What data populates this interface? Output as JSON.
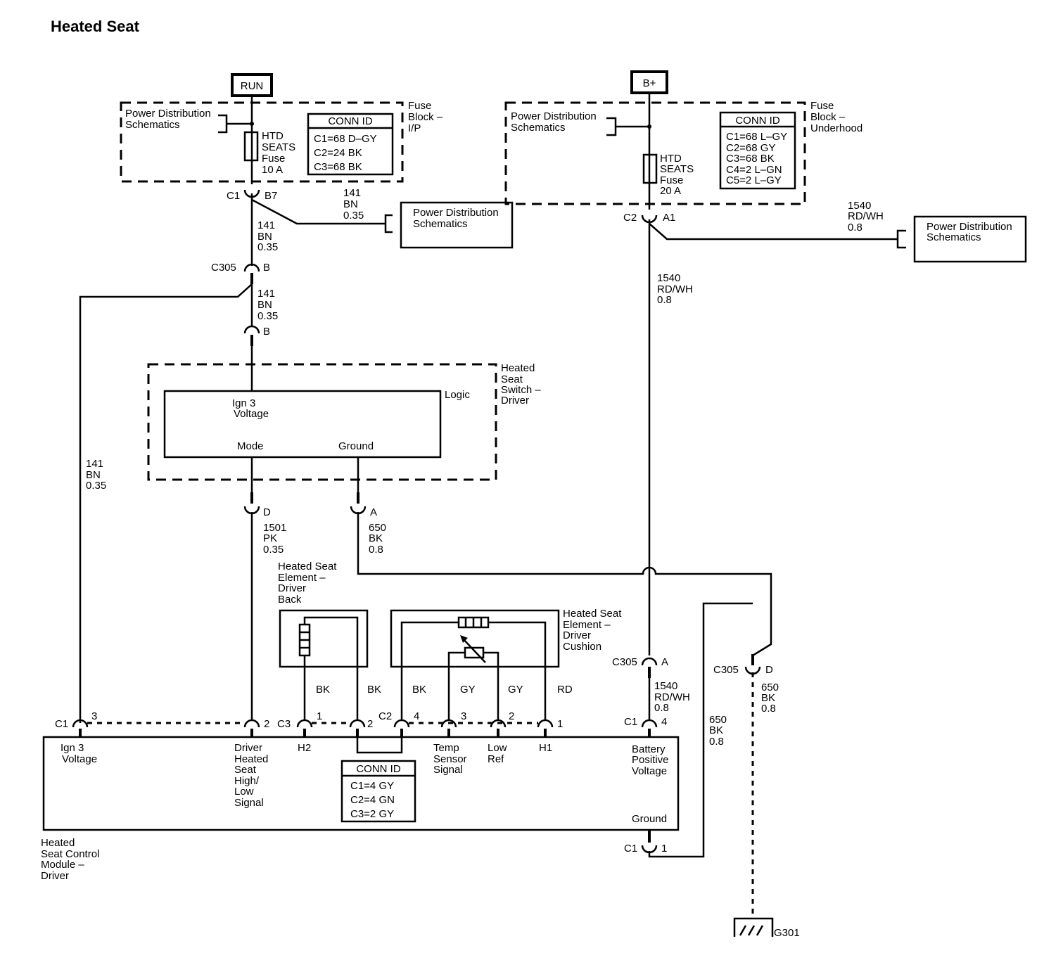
{
  "title": "Heated Seat",
  "sources": {
    "run": "RUN",
    "bplus": "B+"
  },
  "fuse_block_ip": {
    "label": [
      "Fuse",
      "Block –",
      "I/P"
    ],
    "pds": [
      "Power Distribution",
      "Schematics"
    ],
    "fuse": [
      "HTD",
      "SEATS",
      "Fuse",
      "10 A"
    ],
    "conn_id": {
      "header": "CONN ID",
      "rows": [
        "C1=68 D–GY",
        "C2=24 BK",
        "C3=68 BK"
      ]
    },
    "connector": "C1",
    "pin": "B7"
  },
  "fuse_block_underhood": {
    "label": [
      "Fuse",
      "Block –",
      "Underhood"
    ],
    "pds": [
      "Power Distribution",
      "Schematics"
    ],
    "fuse": [
      "HTD",
      "SEATS",
      "Fuse",
      "20 A"
    ],
    "conn_id": {
      "header": "CONN ID",
      "rows": [
        "C1=68 L–GY",
        "C2=68 GY",
        "C3=68 BK",
        "C4=2 L–GN",
        "C5=2 L–GY"
      ]
    },
    "connector": "C2",
    "pin": "A1"
  },
  "pds_boxes": {
    "ip": [
      "Power Distribution",
      "Schematics"
    ],
    "underhood": [
      "Power Distribution",
      "Schematics"
    ]
  },
  "wires": {
    "w141_branch": [
      "141",
      "BN",
      "0.35"
    ],
    "w141_a": [
      "141",
      "BN",
      "0.35"
    ],
    "w141_b": [
      "141",
      "BN",
      "0.35"
    ],
    "w141_left": [
      "141",
      "BN",
      "0.35"
    ],
    "w1540_branch": [
      "1540",
      "RD/WH",
      "0.8"
    ],
    "w1540_a": [
      "1540",
      "RD/WH",
      "0.8"
    ],
    "w1540_b": [
      "1540",
      "RD/WH",
      "0.8"
    ],
    "w1501": [
      "1501",
      "PK",
      "0.35"
    ],
    "w650_a": [
      "650",
      "BK",
      "0.8"
    ],
    "w650_b": [
      "650",
      "BK",
      "0.8"
    ],
    "w650_c": [
      "650",
      "BK",
      "0.8"
    ]
  },
  "c305": {
    "name": "C305",
    "pin_b": "B",
    "pin_b2": "B",
    "pin_a": "A",
    "pin_d": "D"
  },
  "switch": {
    "label": [
      "Heated",
      "Seat",
      "Switch –",
      "Driver"
    ],
    "logic": "Logic",
    "ign": [
      "Ign 3",
      "Voltage"
    ],
    "mode": "Mode",
    "ground": "Ground",
    "pin_d": "D",
    "pin_a": "A"
  },
  "element_back": {
    "label": [
      "Heated Seat",
      "Element –",
      "Driver",
      "Back"
    ]
  },
  "element_cushion": {
    "label": [
      "Heated Seat",
      "Element –",
      "Driver",
      "Cushion"
    ]
  },
  "wire_colors": [
    "BK",
    "BK",
    "BK",
    "GY",
    "GY",
    "RD"
  ],
  "module": {
    "label": [
      "Heated",
      "Seat Control",
      "Module –",
      "Driver"
    ],
    "terminals": {
      "ign": [
        "Ign 3",
        "Voltage"
      ],
      "driver": [
        "Driver",
        "Heated",
        "Seat",
        "High/",
        "Low",
        "Signal"
      ],
      "h2": "H2",
      "temp": [
        "Temp",
        "Sensor",
        "Signal"
      ],
      "lowref": [
        "Low",
        "Ref"
      ],
      "h1": "H1",
      "battery": [
        "Battery",
        "Positive",
        "Voltage"
      ],
      "ground": "Ground"
    },
    "conn_id": {
      "header": "CONN ID",
      "rows": [
        "C1=4 GY",
        "C2=4 GN",
        "C3=2 GY"
      ]
    },
    "conns": {
      "c1a": "C1",
      "p3": "3",
      "p2": "2",
      "c3": "C3",
      "c3p1": "1",
      "c3p2": "2",
      "c2": "C2",
      "c2p4": "4",
      "c2p3": "3",
      "c2p2": "2",
      "c2p1": "1",
      "c1b": "C1",
      "c1p4": "4",
      "c1c": "C1",
      "c1p1": "1"
    }
  },
  "ground": {
    "name": "G301"
  }
}
